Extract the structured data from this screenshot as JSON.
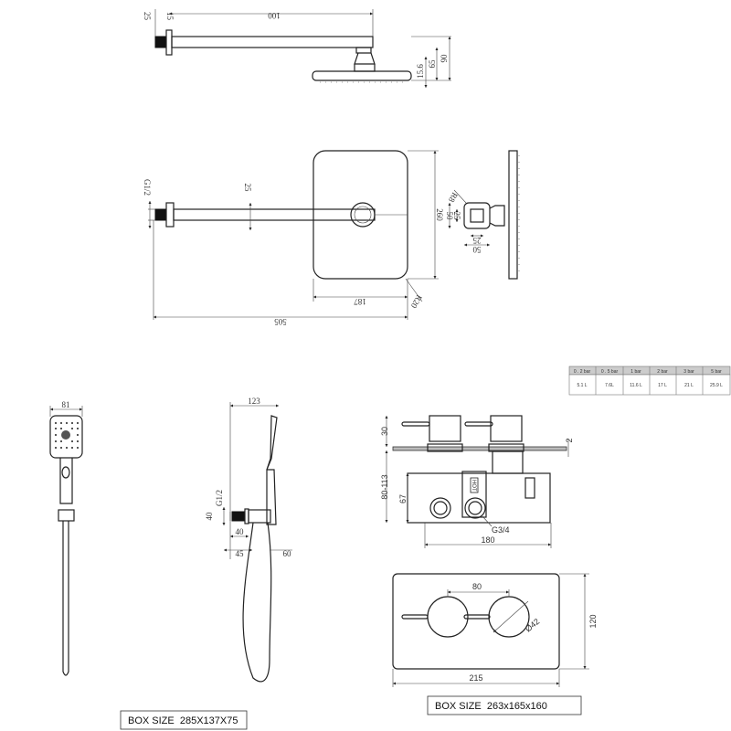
{
  "top_view": {
    "dims": [
      "25",
      "15",
      "100",
      "15.6",
      "65",
      "90"
    ]
  },
  "front_view": {
    "dims": [
      "G1/2",
      "25",
      "260",
      "187",
      "505",
      "R20"
    ]
  },
  "side_view": {
    "dims": [
      "R8",
      "50",
      "25",
      "25",
      "50"
    ]
  },
  "flow_table": {
    "headers": [
      "0 . 2 bar",
      "0 . 5 bar",
      "1 bar",
      "2 bar",
      "3 bar",
      "5 bar"
    ],
    "values": [
      "5.1 L",
      "7.6L",
      "11.6 L",
      "17 L",
      "21 L",
      "25.9 L"
    ]
  },
  "hand_shower": {
    "dims": [
      "81"
    ]
  },
  "wall_outlet": {
    "dims": [
      "123",
      "G1/2",
      "40",
      "40",
      "45",
      "60"
    ]
  },
  "valve": {
    "dims": [
      "30",
      "2",
      "80-113",
      "67",
      "G3/4",
      "180"
    ],
    "hot_label": "HOT"
  },
  "plate": {
    "dims": [
      "80",
      "Ø42",
      "120",
      "215"
    ]
  },
  "box_labels": [
    "BOX SIZE  285X137X75",
    "BOX SIZE  263x165x160"
  ]
}
